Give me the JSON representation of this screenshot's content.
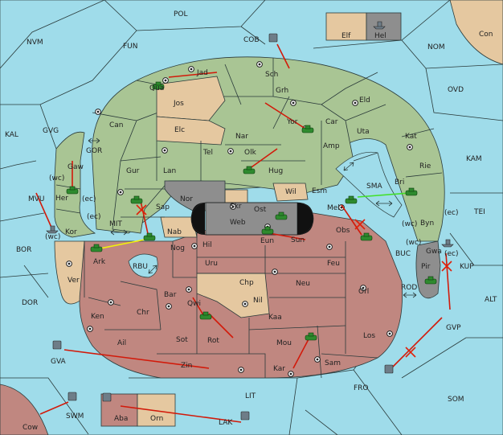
{
  "labels": {
    "POL": "POL",
    "COB": "COB",
    "FUN": "FUN",
    "NVM": "NVM",
    "NOM": "NOM",
    "Con": "Con",
    "Elf": "Elf",
    "Hel": "Hel",
    "OVD": "OVD",
    "KAL": "KAL",
    "GVG": "GVG",
    "KAM": "KAM",
    "TEI": "TEI",
    "BOR": "BOR",
    "MVU": "MVU",
    "DOR": "DOR",
    "ALT": "ALT",
    "GVA": "GVA",
    "GVP": "GVP",
    "FRO": "FRO",
    "SOM": "SOM",
    "LIT": "LIT",
    "Cow": "Cow",
    "SWM": "SWM",
    "Aba": "Aba",
    "Orn": "Orn",
    "LAK": "LAK",
    "Jad": "Jad",
    "Sch": "Sch",
    "Qua": "Qua",
    "Grh": "Grh",
    "Jos": "Jos",
    "Eld": "Eld",
    "Can": "Can",
    "Yor": "Yor",
    "Car": "Car",
    "Elc": "Elc",
    "Nar": "Nar",
    "Uta": "Uta",
    "Kat": "Kat",
    "GOR": "GOR",
    "Gaw": "Gaw",
    "Tel": "Tel",
    "Amp": "Amp",
    "Olk": "Olk",
    "Rie": "Rie",
    "Gur": "Gur",
    "Lan": "Lan",
    "Hug": "Hug",
    "Bri": "Bri",
    "wc1": "(wc)",
    "ec1": "(ec)",
    "Her": "Her",
    "SMA": "SMA",
    "Wil": "Wil",
    "Esm": "Esm",
    "Nor": "Nor",
    "Skr": "Skr",
    "Mel": "Mel",
    "Sap": "Sap",
    "Ost": "Ost",
    "ec2": "(ec)",
    "Web": "Web",
    "wc2": "(wc)",
    "Byn": "Byn",
    "MIT": "MIT",
    "Kor": "Kor",
    "wc3": "(wc)",
    "Nab": "Nab",
    "Eun": "Eun",
    "Obs": "Obs",
    "Sun": "Sun",
    "ec3": "(ec)",
    "wc4": "(wc)",
    "Gwa": "Gwa",
    "Hil": "Hil",
    "Nog": "Nog",
    "BUC": "BUC",
    "ec4": "(ec)",
    "KUP": "KUP",
    "Ark": "Ark",
    "Pir": "Pir",
    "RBU": "RBU",
    "Uru": "Uru",
    "Feu": "Feu",
    "Ver": "Ver",
    "Chp": "Chp",
    "Neu": "Neu",
    "Orl": "Orl",
    "ROD": "ROD",
    "Bar": "Bar",
    "Nil": "Nil",
    "Qwi": "Qwi",
    "Chr": "Chr",
    "Ken": "Ken",
    "Kaa": "Kaa",
    "Los": "Los",
    "Rot": "Rot",
    "Sot": "Sot",
    "Ail": "Ail",
    "Mou": "Mou",
    "Zin": "Zin",
    "Sam": "Sam",
    "Kar": "Kar"
  },
  "colors": {
    "sea": "#9fdcea",
    "green_power": "#a9c594",
    "red_power": "#c08780",
    "neutral": "#e5c8a0",
    "impassable": "#8e8e8e",
    "order_move": "#d21a0a",
    "order_support_green": "#43e02a",
    "order_support_yellow": "#f2f20a"
  }
}
